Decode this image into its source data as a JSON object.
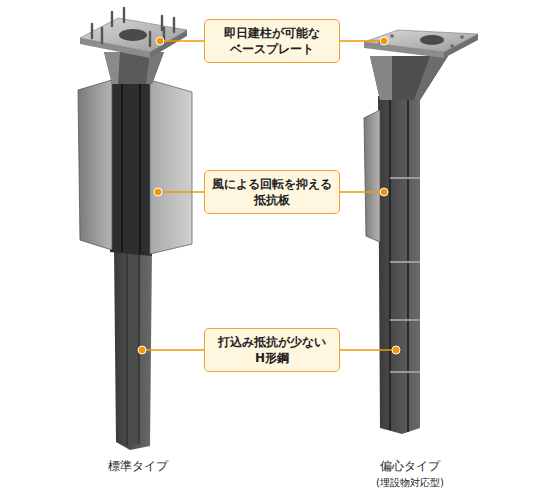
{
  "diagram": {
    "nodes": [
      {
        "text": [
          "即日建柱が可能な ベースプレート"
        ]
      },
      {
        "text": [
          "風による回転を抑える 抵抗板"
        ]
      },
      {
        "text": [
          "打込み抵抗が少ない H形鋼"
        ]
      }
    ],
    "labels": [
      "標準タイプ",
      "偏心タイプ",
      "(埋設物対応型)"
    ]
  }
}
